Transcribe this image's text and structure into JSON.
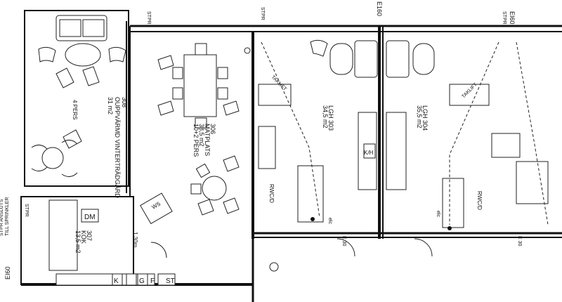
{
  "rooms": {
    "r308": {
      "number": "308",
      "name": "OUPPVÄRMD VINTERTRÄDGÅRD",
      "area": "31 m2"
    },
    "r306": {
      "number": "306",
      "name": "MATPLATS",
      "area": "38,5 m2",
      "capacity": "10+2 PERS"
    },
    "r307": {
      "number": "307",
      "name": "KÖK",
      "area": "13,5 m2"
    },
    "r303": {
      "name": "LGH 303",
      "area": "34,5 m2"
    },
    "r304": {
      "name": "LGH 304",
      "area": "35,5 m2"
    }
  },
  "fixtures": {
    "dm": "DM",
    "kh": "K/H",
    "rwcd": "RWC/D",
    "tak": "TAKLIFT",
    "pers": "4 PERS",
    "elc": "elc",
    "e30": "E 30",
    "ws": "WS",
    "stpr": "STPR",
    "stpr_note": "STPR ANSLUTS\nTILL SPRINKLER",
    "e160": "E160",
    "e160b": "EI60",
    "lift": "1,30m",
    "cab_st": "ST",
    "cab_f": "F",
    "cab_g": "G",
    "cab_k": "K"
  }
}
